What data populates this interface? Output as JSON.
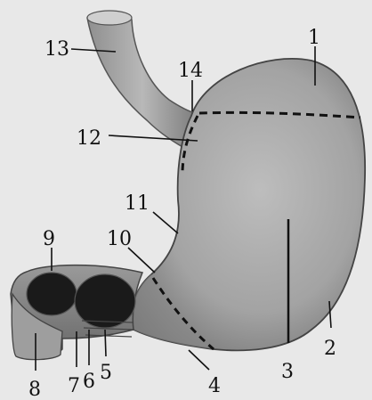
{
  "labels": {
    "n1": "1",
    "n2": "2",
    "n3": "3",
    "n4": "4",
    "n5": "5",
    "n6": "6",
    "n7": "7",
    "n8": "8",
    "n9": "9",
    "n10": "10",
    "n11": "11",
    "n12": "12",
    "n13": "13",
    "n14": "14"
  }
}
